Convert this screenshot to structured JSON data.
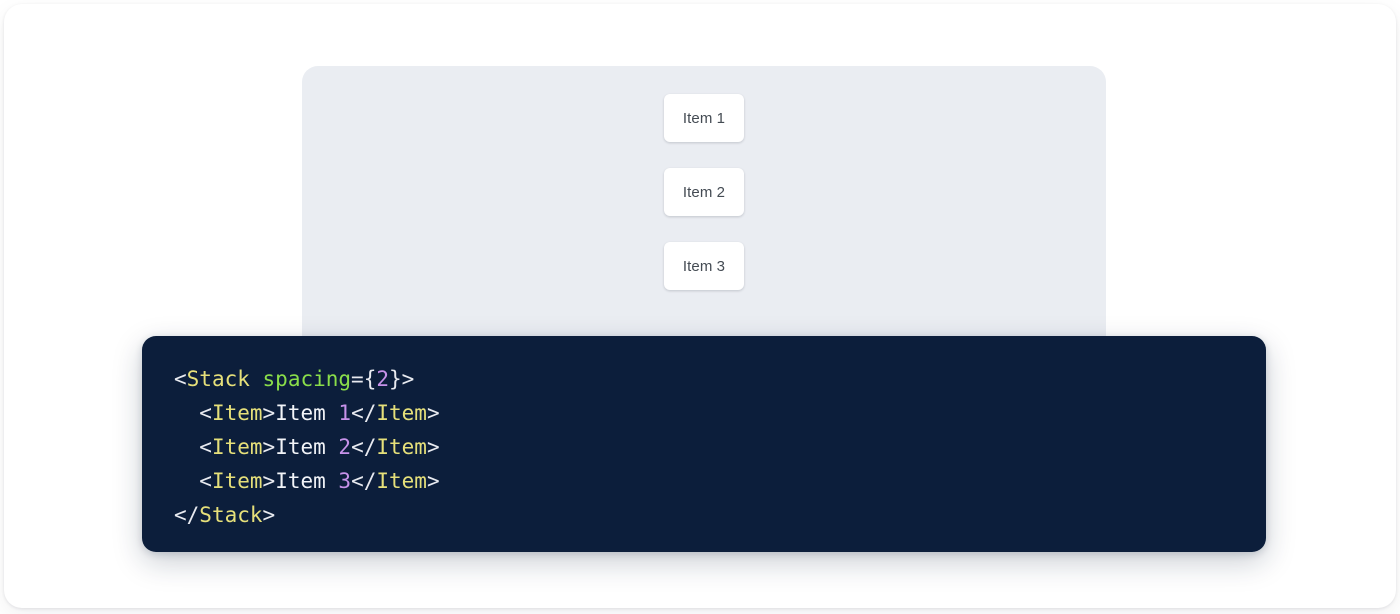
{
  "preview": {
    "component": "Stack",
    "items": [
      {
        "label": "Item 1"
      },
      {
        "label": "Item 2"
      },
      {
        "label": "Item 3"
      }
    ]
  },
  "code": {
    "language": "jsx",
    "lines": [
      {
        "indent": "",
        "tokens": [
          {
            "text": "<",
            "type": "punct"
          },
          {
            "text": "Stack",
            "type": "tag"
          },
          {
            "text": " ",
            "type": "punct"
          },
          {
            "text": "spacing",
            "type": "attr"
          },
          {
            "text": "={",
            "type": "punct"
          },
          {
            "text": "2",
            "type": "num"
          },
          {
            "text": "}>",
            "type": "punct"
          }
        ]
      },
      {
        "indent": "  ",
        "tokens": [
          {
            "text": "<",
            "type": "punct"
          },
          {
            "text": "Item",
            "type": "tag"
          },
          {
            "text": ">",
            "type": "punct"
          },
          {
            "text": "Item ",
            "type": "text"
          },
          {
            "text": "1",
            "type": "num"
          },
          {
            "text": "</",
            "type": "punct"
          },
          {
            "text": "Item",
            "type": "tag"
          },
          {
            "text": ">",
            "type": "punct"
          }
        ]
      },
      {
        "indent": "  ",
        "tokens": [
          {
            "text": "<",
            "type": "punct"
          },
          {
            "text": "Item",
            "type": "tag"
          },
          {
            "text": ">",
            "type": "punct"
          },
          {
            "text": "Item ",
            "type": "text"
          },
          {
            "text": "2",
            "type": "num"
          },
          {
            "text": "</",
            "type": "punct"
          },
          {
            "text": "Item",
            "type": "tag"
          },
          {
            "text": ">",
            "type": "punct"
          }
        ]
      },
      {
        "indent": "  ",
        "tokens": [
          {
            "text": "<",
            "type": "punct"
          },
          {
            "text": "Item",
            "type": "tag"
          },
          {
            "text": ">",
            "type": "punct"
          },
          {
            "text": "Item ",
            "type": "text"
          },
          {
            "text": "3",
            "type": "num"
          },
          {
            "text": "</",
            "type": "punct"
          },
          {
            "text": "Item",
            "type": "tag"
          },
          {
            "text": ">",
            "type": "punct"
          }
        ]
      },
      {
        "indent": "",
        "tokens": [
          {
            "text": "</",
            "type": "punct"
          },
          {
            "text": "Stack",
            "type": "tag"
          },
          {
            "text": ">",
            "type": "punct"
          }
        ]
      }
    ]
  },
  "colors": {
    "page_background": "#ffffff",
    "preview_panel": "#eaedf2",
    "card_background": "#ffffff",
    "card_text": "#444b53",
    "code_background": "#0c1e3b",
    "code_punctuation": "#e8eaf0",
    "code_tag": "#e6e07a",
    "code_attribute": "#8ade4a",
    "code_number": "#c792ea",
    "code_text": "#f2f4f8"
  }
}
